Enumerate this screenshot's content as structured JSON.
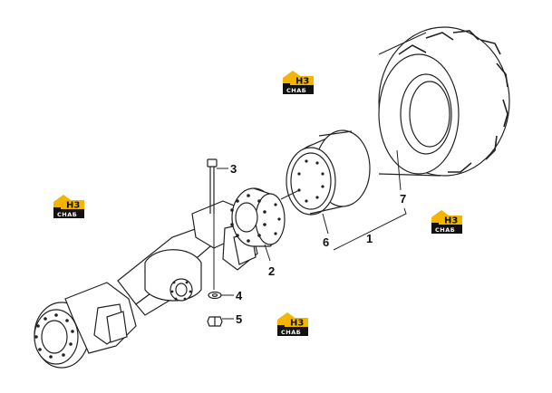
{
  "callouts": {
    "c1": "1",
    "c2": "2",
    "c3": "3",
    "c4": "4",
    "c5": "5",
    "c6": "6",
    "c7": "7"
  },
  "watermark": {
    "main": "H3",
    "sub": "СНАБ",
    "color_yellow": "#f2b600",
    "color_black": "#111111"
  },
  "colors": {
    "line": "#222222",
    "fill": "#ffffff",
    "shade": "#d8d8d8"
  }
}
